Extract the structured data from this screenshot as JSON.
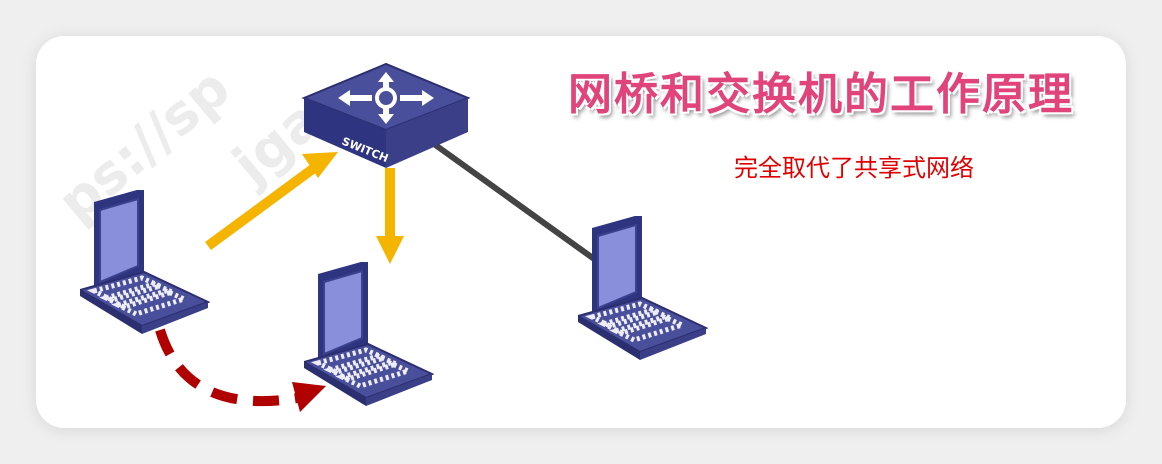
{
  "title": "网桥和交换机的工作原理",
  "subtitle": "完全取代了共享式网络",
  "watermark": [
    "ps://sp",
    "jgao"
  ],
  "switch_label": "SWITCH",
  "colors": {
    "title": "#e0447a",
    "subtitle": "#e00000",
    "flow_arrow": "#f5b400",
    "logical_arrow": "#b00000",
    "link": "#444444",
    "device": "#4a4f9c"
  }
}
